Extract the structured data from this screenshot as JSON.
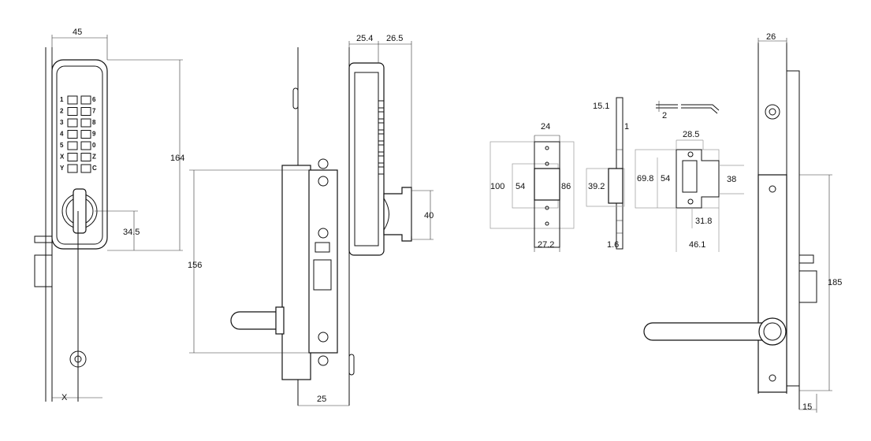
{
  "keypad": {
    "keys_left": [
      "1",
      "2",
      "3",
      "4",
      "5",
      "X",
      "Y"
    ],
    "keys_right": [
      "6",
      "7",
      "8",
      "9",
      "0",
      "Z",
      "C"
    ]
  },
  "dims": {
    "front_width": "45",
    "front_height": "164",
    "knob_height": "34.5",
    "x_label": "X",
    "side_height": "156",
    "side_width": "25",
    "side_depth_a": "25.4",
    "side_depth_b": "26.5",
    "knob_dim": "40",
    "strike_top": "24",
    "strike_outer": "100",
    "strike_inner": "54",
    "strike_right": "86",
    "strike_bottom": "27.2",
    "edge_top": "15.1",
    "edge_one": "1",
    "edge_height": "39.2",
    "edge_bottom": "1.6",
    "pin_two": "2",
    "cut_top": "28.5",
    "cut_left": "69.8",
    "cut_inner": "54",
    "cut_right": "38",
    "cut_b1": "31.8",
    "cut_b2": "46.1",
    "handle_top": "26",
    "handle_height": "185",
    "handle_bottom": "15"
  }
}
